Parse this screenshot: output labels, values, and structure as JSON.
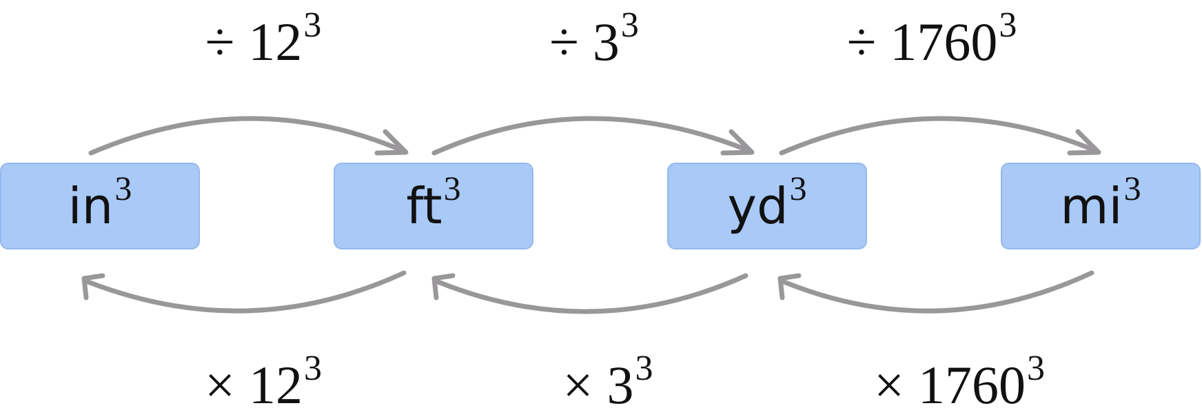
{
  "units": [
    {
      "base": "in",
      "exp": "3"
    },
    {
      "base": "ft",
      "exp": "3"
    },
    {
      "base": "yd",
      "exp": "3"
    },
    {
      "base": "mi",
      "exp": "3"
    }
  ],
  "forward_labels": [
    {
      "operator": "÷",
      "base": "12",
      "exp": "3"
    },
    {
      "operator": "÷",
      "base": "3",
      "exp": "3"
    },
    {
      "operator": "÷",
      "base": "1760",
      "exp": "3"
    }
  ],
  "backward_labels": [
    {
      "operator": "×",
      "base": "12",
      "exp": "3"
    },
    {
      "operator": "×",
      "base": "3",
      "exp": "3"
    },
    {
      "operator": "×",
      "base": "1760",
      "exp": "3"
    }
  ],
  "colors": {
    "box_fill": "#a9c9f7",
    "box_border": "#95b9ec",
    "arrow": "#9a979b",
    "text": "#111111"
  }
}
